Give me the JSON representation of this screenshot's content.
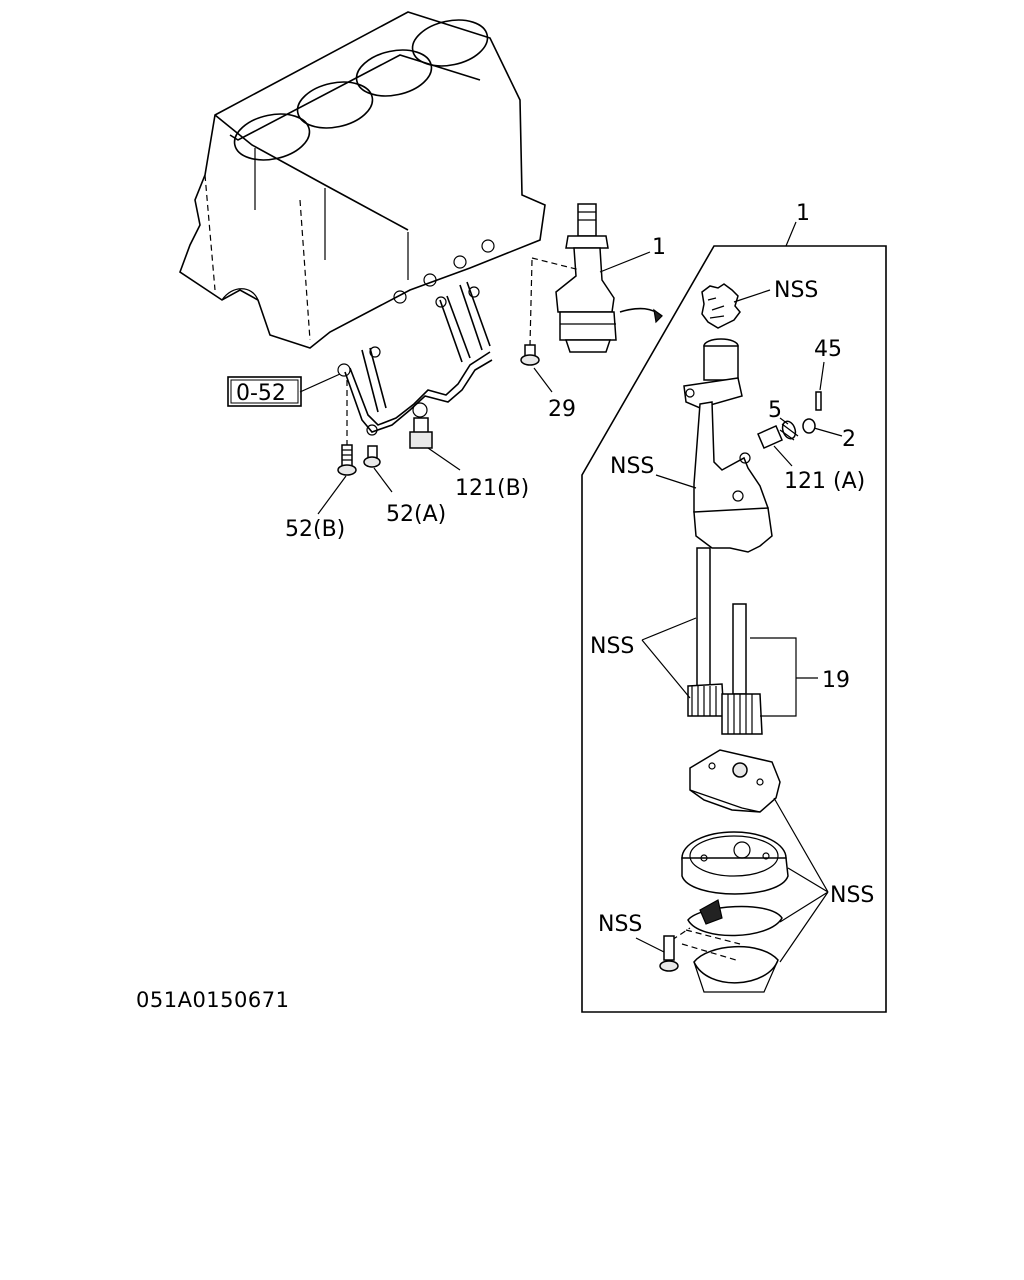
{
  "reference_box": "0-52",
  "drawing_code": "051A0150671",
  "callouts": {
    "c1_outer": "1",
    "c1_pump": "1",
    "c29": "29",
    "c52b": "52(B)",
    "c52a": "52(A)",
    "c121b": "121(B)",
    "c45": "45",
    "c5": "5",
    "c2": "2",
    "c121a": "121 (A)",
    "c19": "19",
    "nss_gear": "NSS",
    "nss_body": "NSS",
    "nss_shaft": "NSS",
    "nss_strainer": "NSS",
    "nss_bolt": "NSS"
  }
}
